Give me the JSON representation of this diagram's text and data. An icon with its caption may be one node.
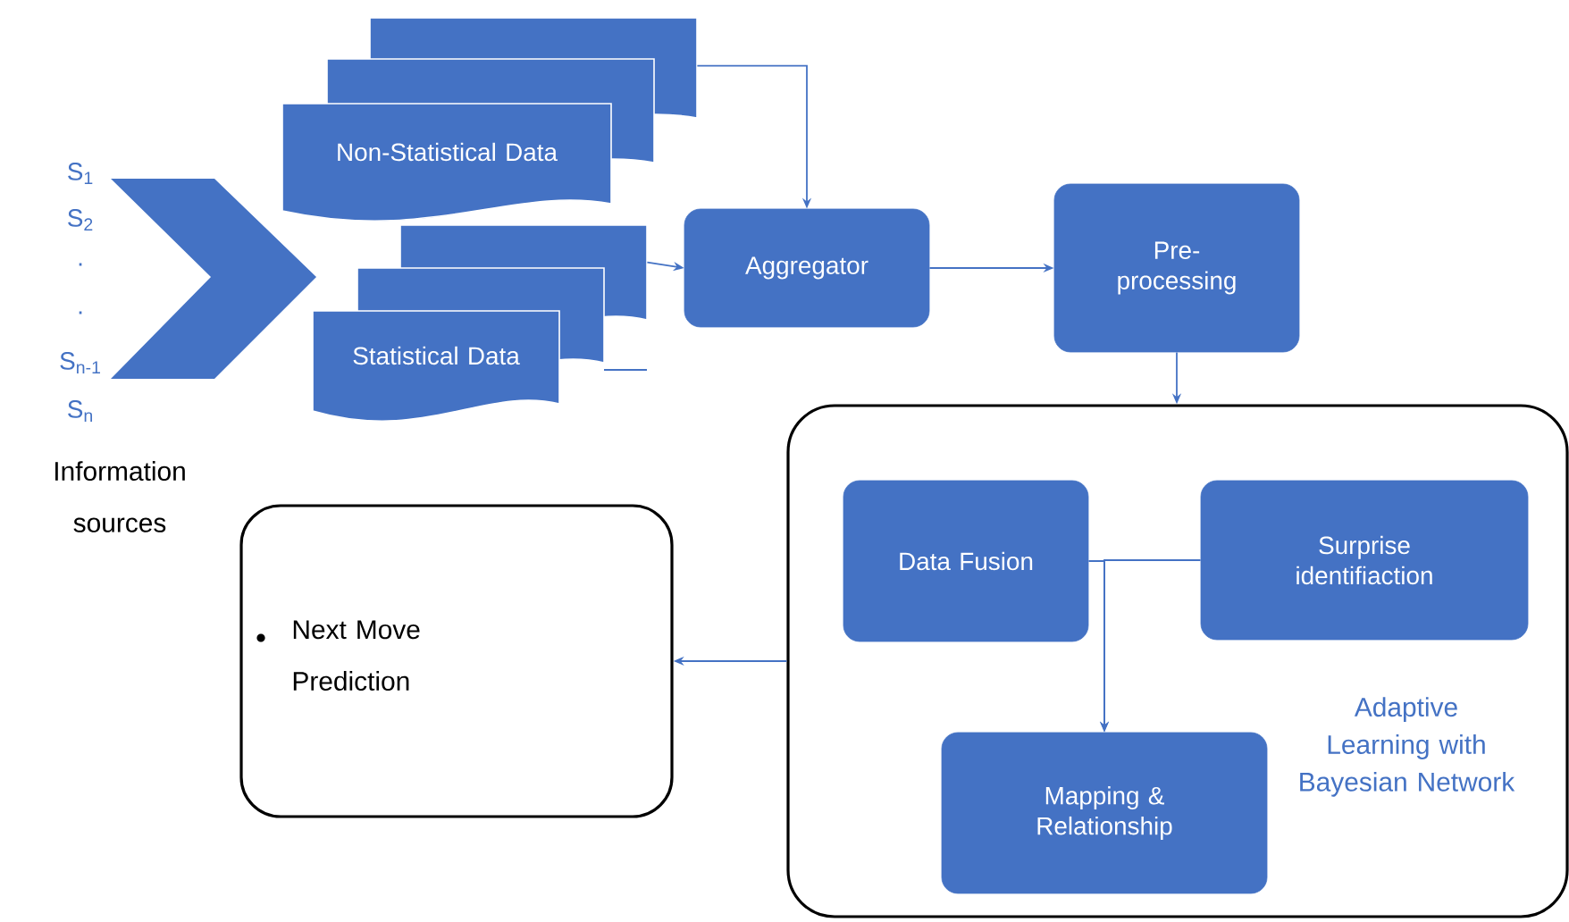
{
  "diagram": {
    "nodes": [
      {
        "text": [
          "Non-Statistical Data"
        ]
      },
      {
        "text": [
          "Statistical Data"
        ]
      },
      {
        "text": [
          "Aggregator"
        ]
      },
      {
        "text": [
          "Pre- processing"
        ]
      },
      {
        "text": [
          "Adaptive Learning with Bayesian Network"
        ]
      },
      {
        "text": [
          "Data Fusion"
        ],
        "in": 4
      },
      {
        "text": [
          "Surprise identifiaction"
        ],
        "in": 4
      },
      {
        "text": [
          "Mapping & Relationship"
        ],
        "in": 4
      },
      {
        "text": [
          "Next Move Prediction"
        ]
      }
    ],
    "edges": [
      {
        "from": 0,
        "to": 2,
        "arrow": "to"
      },
      {
        "from": 1,
        "to": 2,
        "arrow": "to"
      },
      {
        "from": 2,
        "to": 3,
        "arrow": "to"
      },
      {
        "from": 3,
        "to": 4,
        "arrow": "to"
      },
      {
        "from": 4,
        "to": 8,
        "arrow": "to"
      },
      {
        "from": 5,
        "to": 7,
        "arrow": "to"
      },
      {
        "from": 6,
        "to": 7,
        "arrow": "to"
      }
    ],
    "labels": [
      "S$_{1}$",
      "S$_{2}$",
      ".",
      ".",
      "S$_{n-1}$",
      "S$_{n}$",
      "Information sources"
    ]
  }
}
